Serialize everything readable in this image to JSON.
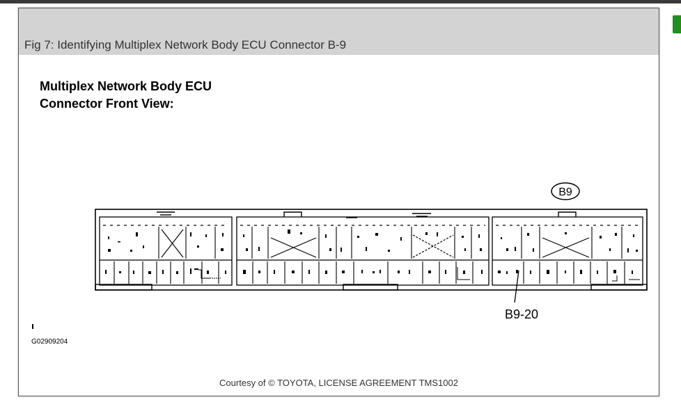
{
  "figure": {
    "title": "Fig 7: Identifying Multiplex Network Body ECU Connector B-9",
    "heading_line1": "Multiplex Network Body ECU",
    "heading_line2": "Connector Front View:",
    "connector_label": "B9",
    "pin_callout": "B9-20",
    "image_code": "G02909204",
    "courtesy": "Courtesy of © TOYOTA, LICENSE AGREEMENT TMS1002"
  },
  "colors": {
    "header_bg": "#d3d3d3",
    "line": "#000000",
    "accent_tab": "#1f8f1f"
  }
}
